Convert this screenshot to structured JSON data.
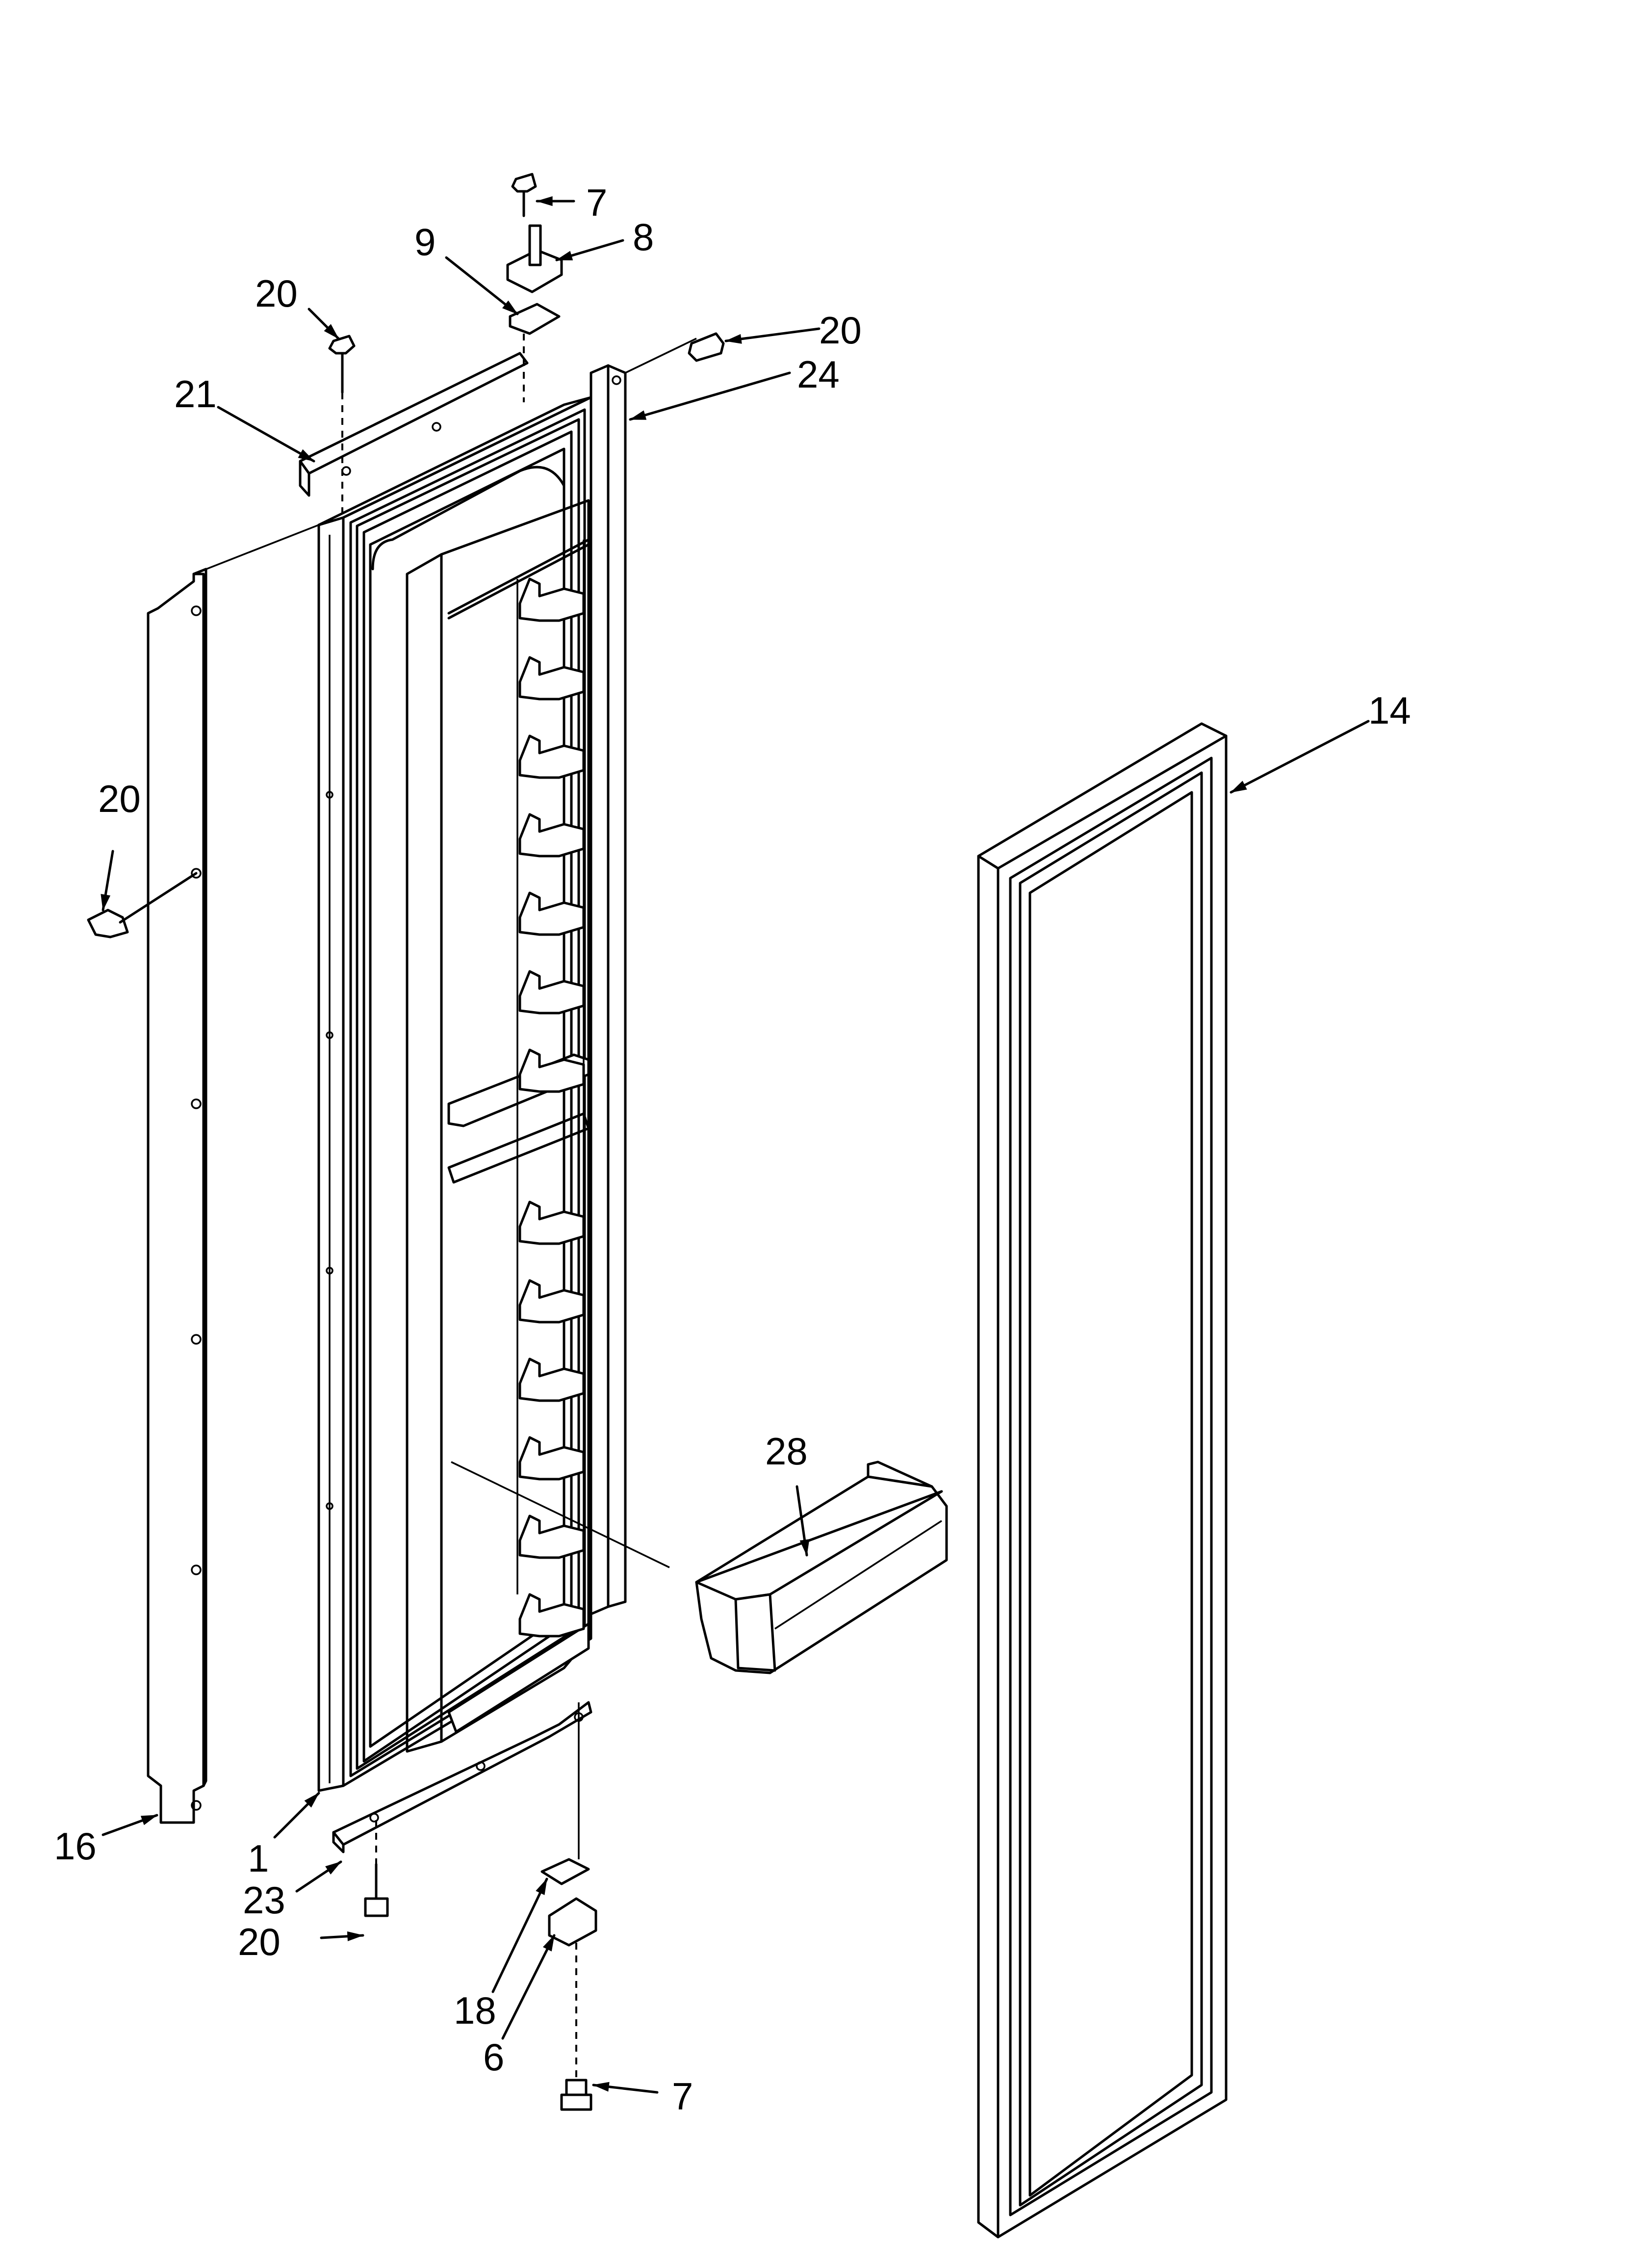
{
  "diagram": {
    "callouts": [
      {
        "id": "c7-top",
        "text": "7"
      },
      {
        "id": "c8",
        "text": "8"
      },
      {
        "id": "c9",
        "text": "9"
      },
      {
        "id": "c20-top-left",
        "text": "20"
      },
      {
        "id": "c20-top-right",
        "text": "20"
      },
      {
        "id": "c24",
        "text": "24"
      },
      {
        "id": "c21",
        "text": "21"
      },
      {
        "id": "c14",
        "text": "14"
      },
      {
        "id": "c20-left",
        "text": "20"
      },
      {
        "id": "c28",
        "text": "28"
      },
      {
        "id": "c16",
        "text": "16"
      },
      {
        "id": "c1",
        "text": "1"
      },
      {
        "id": "c23",
        "text": "23"
      },
      {
        "id": "c20-bottom",
        "text": "20"
      },
      {
        "id": "c18",
        "text": "18"
      },
      {
        "id": "c6",
        "text": "6"
      },
      {
        "id": "c7-bottom",
        "text": "7"
      }
    ]
  }
}
